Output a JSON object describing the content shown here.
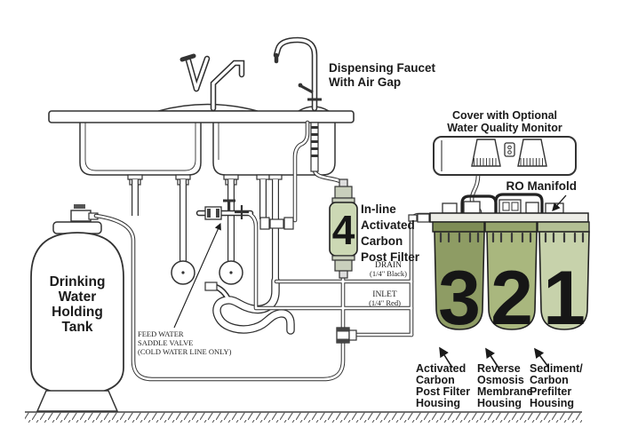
{
  "title": "Under-sink reverse osmosis drinking water system diagram",
  "colors": {
    "line": "#333333",
    "housing_3_body": "#8e9c64",
    "housing_3_cap": "#7e8c55",
    "housing_2_body": "#a9b77e",
    "housing_2_cap": "#96a46c",
    "housing_1_body": "#c7d2ab",
    "housing_1_cap": "#b3bf94",
    "inline_filter_body": "#ccd8b4",
    "inline_filter_cap": "#c9cfbc",
    "number_ink": "#161616"
  },
  "labels": {
    "dispensing_faucet": [
      "Dispensing Faucet",
      "With Air Gap"
    ],
    "cover": [
      "Cover with Optional",
      "Water Quality Monitor"
    ],
    "ro_manifold": "RO Manifold",
    "inline_filter": {
      "number": "4",
      "lines": [
        "In-line",
        "Activated",
        "Carbon",
        "Post Filter"
      ]
    },
    "drain_line": [
      "DRAIN",
      "(1/4\" Black)"
    ],
    "inlet_line": [
      "INLET",
      "(1/4\" Red)"
    ],
    "tank": [
      "Drinking",
      "Water",
      "Holding",
      "Tank"
    ],
    "feed_water": [
      "FEED WATER",
      "SADDLE VALVE",
      "(COLD WATER LINE ONLY)"
    ],
    "housings": [
      {
        "number": "3",
        "label": [
          "Activated",
          "Carbon",
          "Post Filter",
          "Housing"
        ]
      },
      {
        "number": "2",
        "label": [
          "Reverse",
          "Osmosis",
          "Membrane",
          "Housing"
        ]
      },
      {
        "number": "1",
        "label": [
          "Sediment/",
          "Carbon",
          "Prefilter",
          "Housing"
        ]
      }
    ]
  }
}
